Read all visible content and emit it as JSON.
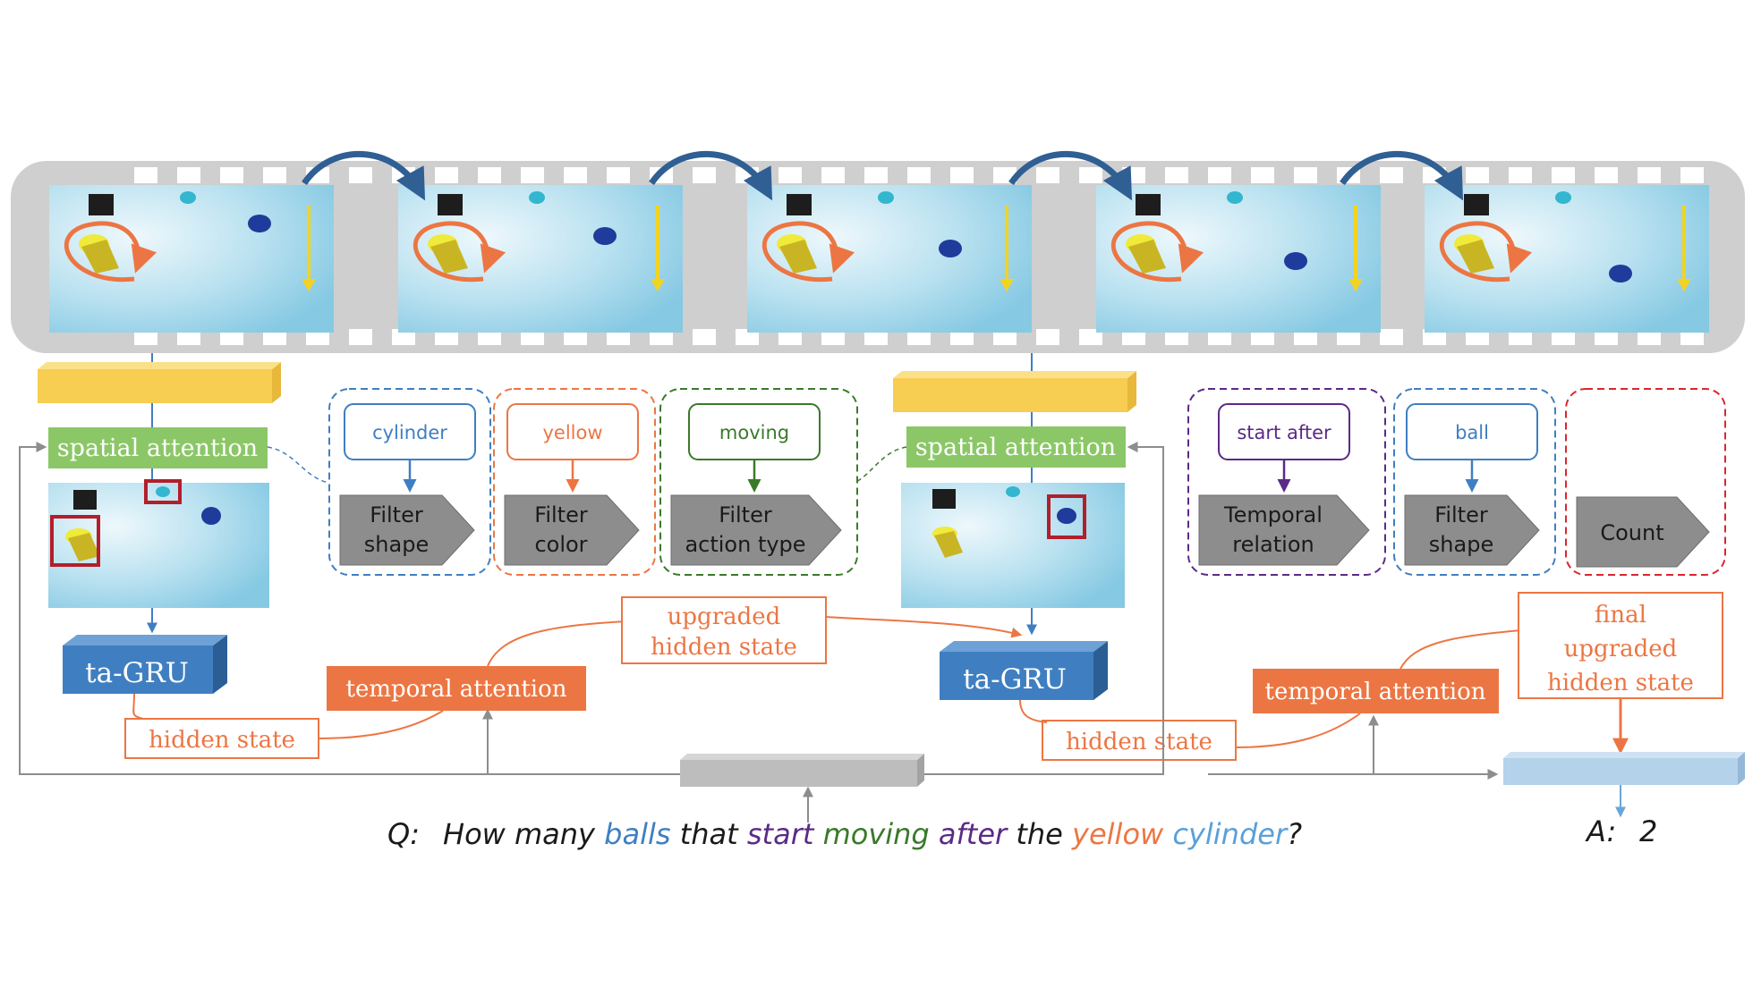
{
  "colors": {
    "film": "#cfcfcf",
    "sprocket": "#ffffff",
    "frame_sky": "#9fd6ea",
    "frame_light": "#eaf6fb",
    "yellow_bar": "#f7cd52",
    "green": "#8bc767",
    "blue_module": "#3f7fc1",
    "orange": "#ec7643",
    "gray_block": "#bdbdbd",
    "light_blue_block": "#b4d2ea",
    "dark_gray_arrow": "#8d8d8d",
    "curve_arrow": "#2f5f93"
  },
  "modules": {
    "spatial_attention": "spatial attention",
    "ta_gru": "ta-GRU",
    "hidden_state": "hidden state",
    "temporal_attention": "temporal attention",
    "upgraded_hidden_state": [
      "upgraded",
      "hidden state"
    ],
    "final_upgraded_hidden_state": [
      "final",
      "upgraded",
      "hidden state"
    ]
  },
  "program_steps": [
    {
      "input": "cylinder",
      "op": [
        "Filter",
        "shape"
      ],
      "color": "#3f7fc1"
    },
    {
      "input": "yellow",
      "op": [
        "Filter",
        "color"
      ],
      "color": "#ec7643"
    },
    {
      "input": "moving",
      "op": [
        "Filter",
        "action type"
      ],
      "color": "#3a7a2a"
    },
    {
      "input": "start after",
      "op": [
        "Temporal",
        "relation"
      ],
      "color": "#5b2a86"
    },
    {
      "input": "ball",
      "op": [
        "Filter",
        "shape"
      ],
      "color": "#3f7fc1"
    },
    {
      "input": "",
      "op": [
        "Count"
      ],
      "color": "#d9272e"
    }
  ],
  "question": {
    "prefix": "Q:",
    "segments": [
      {
        "text": "How many ",
        "color": "#1a1a1a"
      },
      {
        "text": "balls",
        "color": "#3f7fc1"
      },
      {
        "text": " that ",
        "color": "#1a1a1a"
      },
      {
        "text": "start",
        "color": "#5b2a86"
      },
      {
        "text": " moving",
        "color": "#3a7a2a"
      },
      {
        "text": " after",
        "color": "#5b2a86"
      },
      {
        "text": " the ",
        "color": "#1a1a1a"
      },
      {
        "text": "yellow",
        "color": "#ec7643"
      },
      {
        "text": " cylinder",
        "color": "#5aa0d8"
      },
      {
        "text": "?",
        "color": "#1a1a1a"
      }
    ]
  },
  "answer": {
    "prefix": "A:",
    "value": "2"
  },
  "icons": {
    "frame_motion": "rotation-arrow-icon",
    "frame_fall": "down-arrow-icon",
    "frame_transition": "curved-arrow-icon"
  }
}
